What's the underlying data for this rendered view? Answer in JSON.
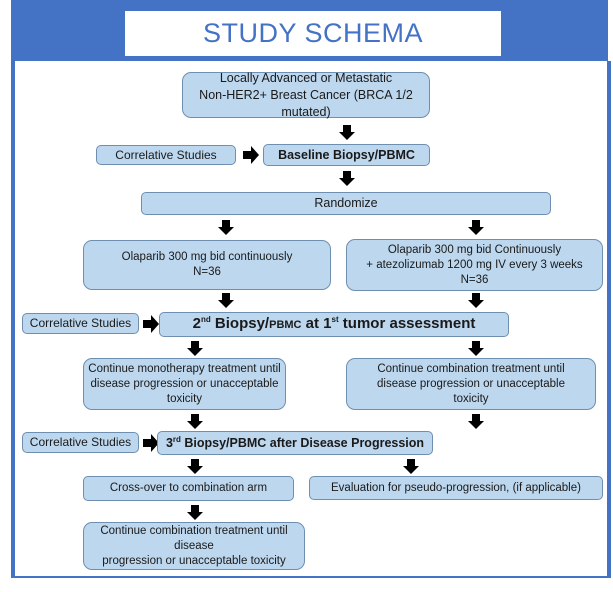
{
  "title": "STUDY SCHEMA",
  "colors": {
    "frame": "#4472c4",
    "box_fill": "#bdd7ee",
    "box_border": "#6f8fb0",
    "arrow": "#000000"
  },
  "nodes": {
    "eligibility": {
      "lines": [
        "Locally Advanced or Metastatic",
        "Non-HER2+ Breast Cancer (BRCA 1/2 mutated)"
      ]
    },
    "correlative_1": {
      "label": "Correlative Studies"
    },
    "baseline": {
      "label": "Baseline Biopsy/PBMC"
    },
    "randomize": {
      "label": "Randomize"
    },
    "arm_mono": {
      "lines": [
        "Olaparib 300 mg bid continuously",
        "N=36"
      ]
    },
    "arm_combo": {
      "lines": [
        "Olaparib 300 mg bid Continuously",
        "+ atezolizumab 1200 mg IV every 3 weeks",
        "N=36"
      ]
    },
    "correlative_2": {
      "label": "Correlative Studies"
    },
    "biopsy_2": {
      "ord": "2",
      "ord_sup": "nd",
      "mid": " Biopsy/",
      "pbmc": "PBMC",
      "at": " at 1",
      "at_sup": "st",
      "rest": " tumor assessment"
    },
    "continue_mono": {
      "lines": [
        "Continue monotherapy treatment until",
        "disease progression or unacceptable",
        "toxicity"
      ]
    },
    "continue_combo": {
      "lines": [
        "Continue combination treatment until",
        "disease progression or unacceptable",
        "toxicity"
      ]
    },
    "correlative_3": {
      "label": "Correlative Studies"
    },
    "biopsy_3": {
      "ord": "3",
      "ord_sup": "rd",
      "rest": " Biopsy/PBMC after Disease Progression"
    },
    "crossover": {
      "label": "Cross-over to combination arm"
    },
    "pseudo_eval": {
      "label": "Evaluation for pseudo-progression, (if applicable)"
    },
    "continue_after_crossover": {
      "lines": [
        "Continue combination treatment until disease",
        "progression or unacceptable toxicity"
      ]
    }
  }
}
